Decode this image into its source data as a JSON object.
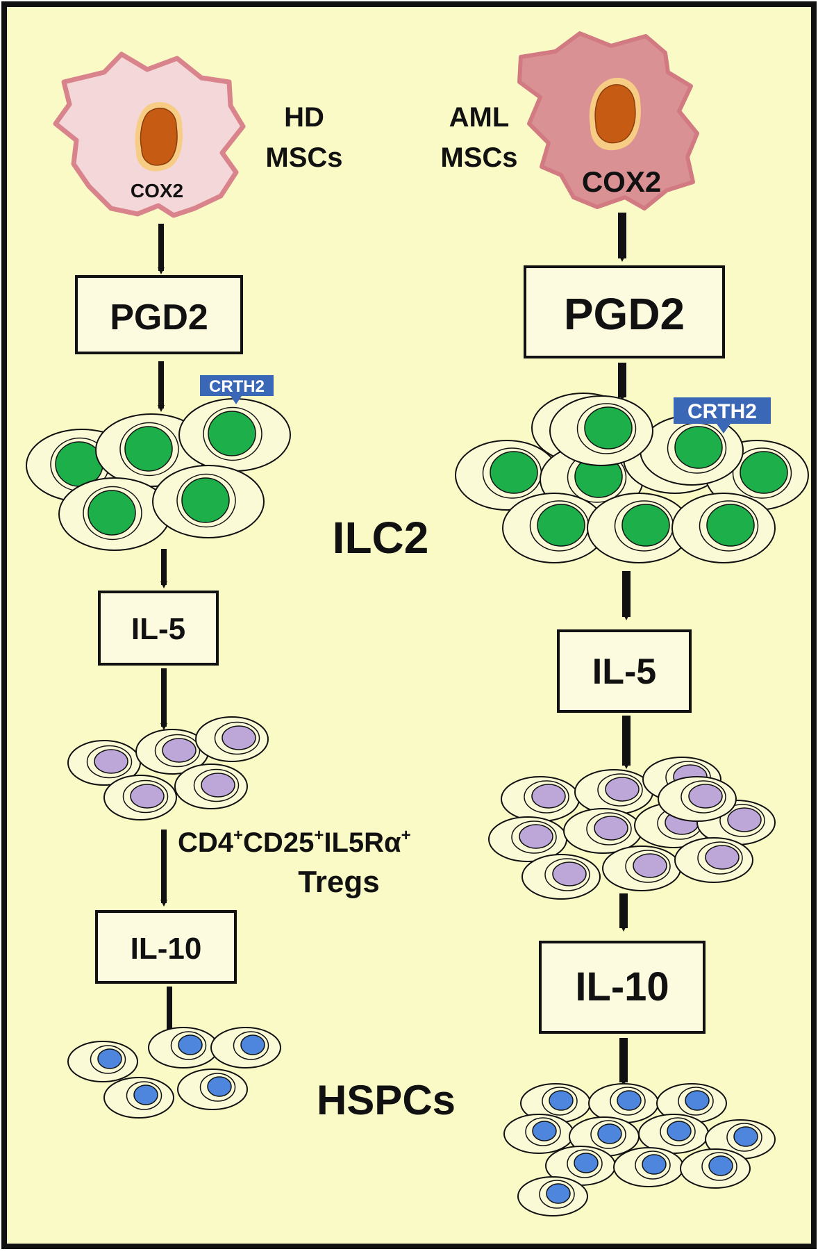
{
  "colors": {
    "background": "#fafac6",
    "frame": "#111111",
    "hd_msc_fill": "#f4d7d9",
    "hd_msc_outline": "#d9848c",
    "aml_msc_fill": "#d99194",
    "aml_msc_outline": "#d27a82",
    "nucleus_fill": "#c65c14",
    "nucleus_halo": "#f7cc84",
    "ilc2_nucleus": "#1db04a",
    "treg_nucleus": "#bca7d8",
    "hspc_nucleus": "#4d86dc",
    "cell_body": "#fbfad7",
    "crth2_fill": "#3a68b6",
    "arrow": "#111111"
  },
  "left_column": {
    "label_line1": "HD",
    "label_line2": "MSCs",
    "cox2": "COX2",
    "pgd2": "PGD2",
    "crth2": "CRTH2",
    "il5": "IL-5",
    "il10": "IL-10",
    "cell_counts": {
      "ilc2": 5,
      "treg": 5,
      "hspc": 5
    }
  },
  "right_column": {
    "label_line1": "AML",
    "label_line2": "MSCs",
    "cox2": "COX2",
    "pgd2": "PGD2",
    "crth2": "CRTH2",
    "il5": "IL-5",
    "il10": "IL-10",
    "cell_counts": {
      "ilc2": 10,
      "treg": 11,
      "hspc": 11
    }
  },
  "shared_labels": {
    "ilc2": "ILC2",
    "treg_main": "CD4",
    "treg_sup1": "+",
    "treg_mid1": "CD25",
    "treg_sup2": "+",
    "treg_mid2": "IL5Rα",
    "treg_sup3": "+",
    "treg_line2": "Tregs",
    "hspc": "HSPCs"
  }
}
